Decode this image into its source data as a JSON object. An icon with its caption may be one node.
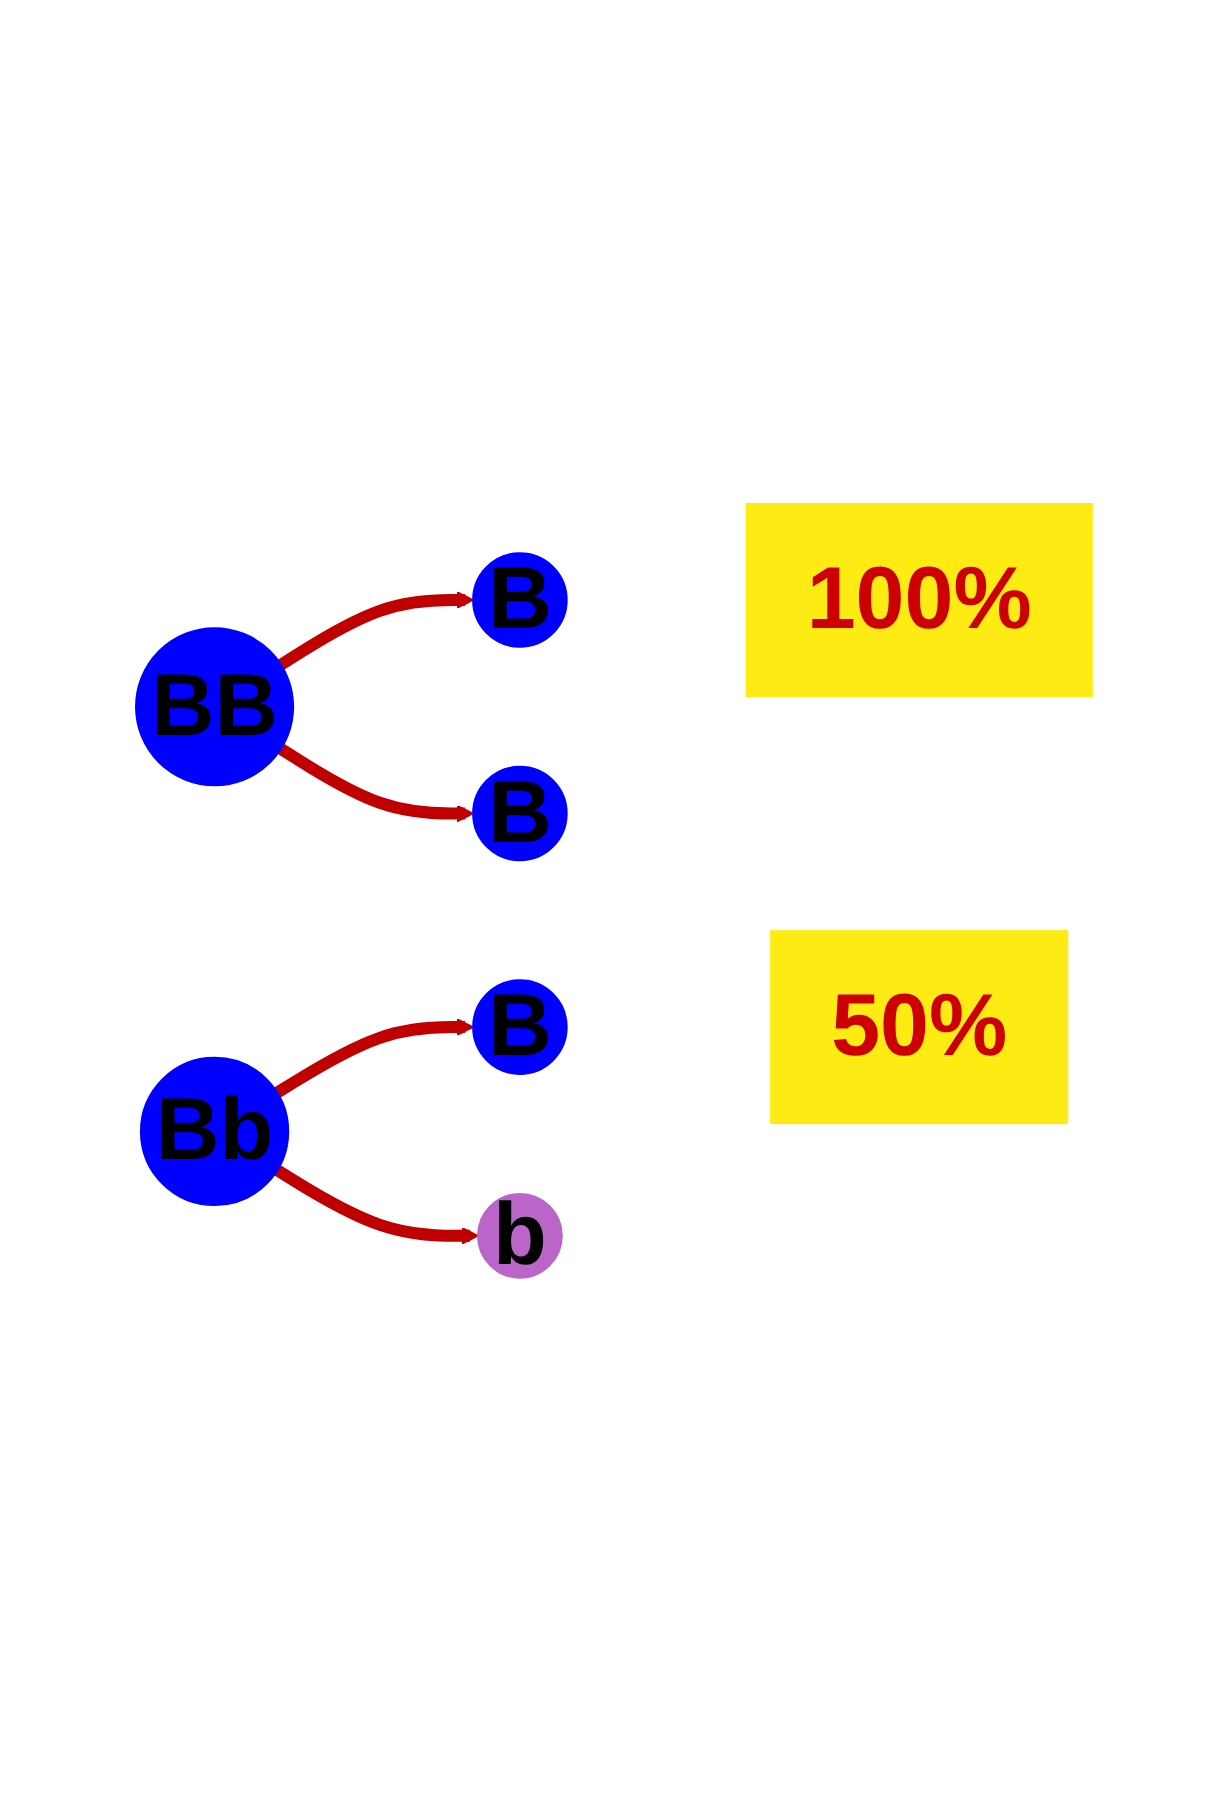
{
  "diagram": {
    "nodes": [
      {
        "text": [
          "BB"
        ]
      },
      {
        "text": [
          "B"
        ]
      },
      {
        "text": [
          "B"
        ]
      },
      {
        "text": [
          "100%"
        ]
      },
      {
        "text": [
          "Bb"
        ]
      },
      {
        "text": [
          "B"
        ]
      },
      {
        "text": [
          "b"
        ]
      },
      {
        "text": [
          "50%"
        ]
      }
    ],
    "edges": [
      {
        "from": 0,
        "to": 1,
        "arrow": "to",
        "color": "#c00000"
      },
      {
        "from": 0,
        "to": 2,
        "arrow": "to",
        "color": "#c00000"
      },
      {
        "from": 4,
        "to": 5,
        "arrow": "to",
        "color": "#c00000"
      },
      {
        "from": 4,
        "to": 6,
        "arrow": "to",
        "color": "#c00000"
      }
    ]
  }
}
